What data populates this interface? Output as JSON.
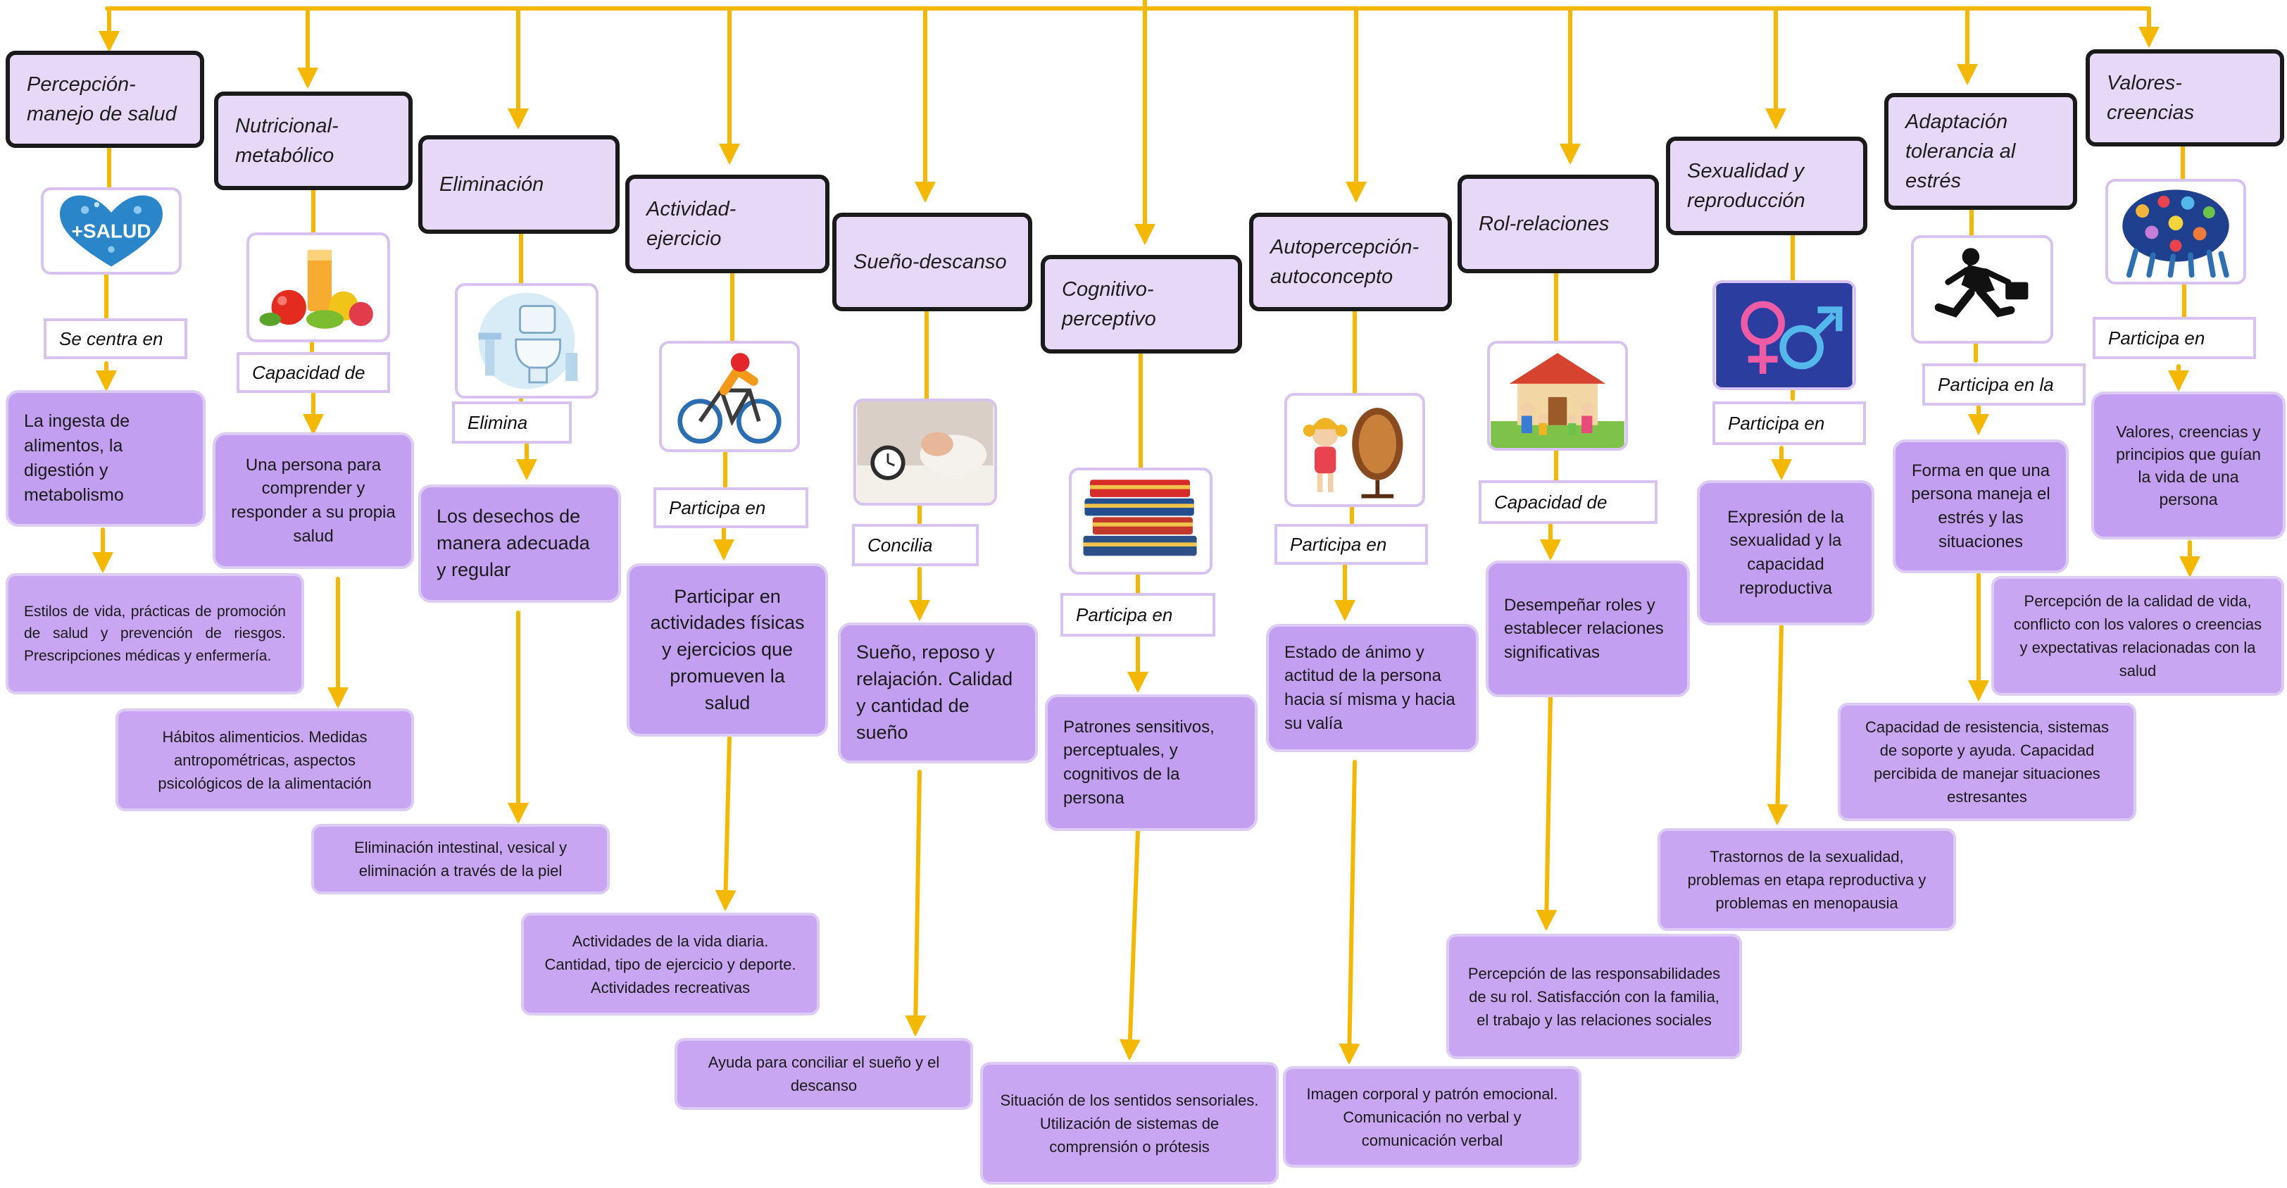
{
  "colors": {
    "arrow": "#f5b800",
    "pattern_fill": "#e6d9f8",
    "desc_fill": "#c29ff0",
    "border_light": "#d8c2f0"
  },
  "patterns": [
    {
      "title": "Percepción-manejo de salud",
      "relation": "Se centra en",
      "icon": "salud-heart-icon",
      "icon_text": "+SALUD",
      "description": "La ingesta de alimentos, la digestión y metabolismo",
      "example": "Estilos de vida, prácticas de promoción de salud y prevención de riesgos. Prescripciones médicas y enfermería."
    },
    {
      "title": "Nutricional-metabólico",
      "relation": "Capacidad de",
      "icon": "fruit-juice-icon",
      "description": "Una persona para comprender y responder a su propia salud",
      "example": "Hábitos alimenticios. Medidas antropométricas, aspectos psicológicos de la alimentación"
    },
    {
      "title": "Eliminación",
      "relation": "Elimina",
      "icon": "toilet-icon",
      "description": "Los desechos de manera adecuada y regular",
      "example": "Eliminación intestinal, vesical y eliminación a través de la piel"
    },
    {
      "title": "Actividad-ejercicio",
      "relation": "Participa en",
      "icon": "cyclist-icon",
      "description": "Participar en actividades físicas y ejercicios que promueven la salud",
      "example": "Actividades de la vida diaria. Cantidad, tipo de ejercicio y deporte. Actividades recreativas"
    },
    {
      "title": "Sueño-descanso",
      "relation": "Concilia",
      "icon": "sleeping-alarm-icon",
      "description": "Sueño, reposo y relajación. Calidad y cantidad de sueño",
      "example": "Ayuda para conciliar el sueño y el descanso"
    },
    {
      "title": "Cognitivo-perceptivo",
      "relation": "Participa en",
      "icon": "books-icon",
      "description": "Patrones sensitivos, perceptuales, y cognitivos de la persona",
      "example": "Situación de los sentidos sensoriales. Utilización de sistemas de comprensión o prótesis"
    },
    {
      "title": "Autopercepción-autoconcepto",
      "relation": "Participa en",
      "icon": "girl-mirror-icon",
      "description": "Estado de ánimo y actitud de la persona hacia sí misma y hacia su valía",
      "example": "Imagen corporal y patrón emocional. Comunicación no verbal y comunicación verbal"
    },
    {
      "title": "Rol-relaciones",
      "relation": "Capacidad de",
      "icon": "family-house-icon",
      "description": "Desempeñar roles y establecer relaciones significativas",
      "example": "Percepción de las responsabilidades de su rol. Satisfacción con la familia, el trabajo y las relaciones sociales"
    },
    {
      "title": "Sexualidad y reproducción",
      "relation": "Participa en",
      "icon": "gender-symbols-icon",
      "description": "Expresión de la sexualidad y la capacidad reproductiva",
      "example": "Trastornos de la sexualidad, problemas en etapa reproductiva y problemas en menopausia"
    },
    {
      "title": "Adaptación tolerancia al estrés",
      "relation": "Participa en la",
      "icon": "running-businessman-icon",
      "description": "Forma en que una persona maneja el estrés y las situaciones",
      "example": "Capacidad de resistencia, sistemas de soporte y ayuda. Capacidad percibida de manejar situaciones estresantes"
    },
    {
      "title": "Valores-creencias",
      "relation": "Participa en",
      "icon": "raised-hands-icon",
      "description": "Valores, creencias y principios que guían la vida de una persona",
      "example": "Percepción de la calidad de vida, conflicto con los valores o creencias y expectativas relacionadas con la salud"
    }
  ]
}
